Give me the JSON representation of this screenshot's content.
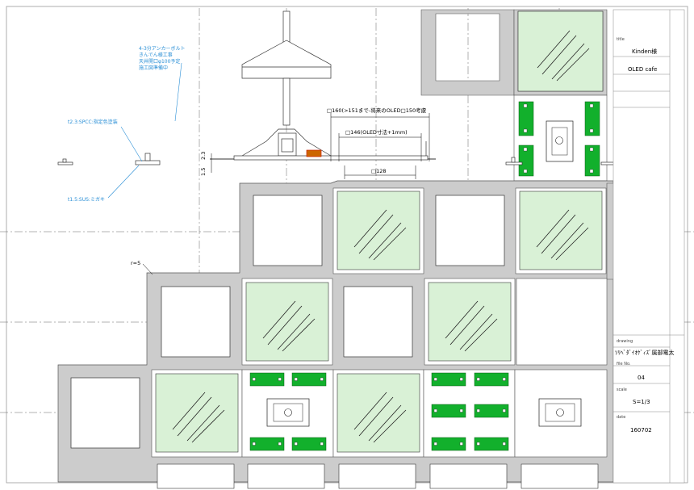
{
  "notes": {
    "anchor": [
      "4-3分アンカーボルト",
      "きんでん様工事",
      "天井開口φ100予定",
      "施工図準備中"
    ],
    "spcc": "t2.3:SPCC:指定色塗装",
    "sus": "t1.5:SUS:ミガキ",
    "corner_radius": "r=5"
  },
  "dimensions": {
    "d160": "□160(>151まで-将来のOLED□150考慮",
    "d146": "□146(OLED寸法+1mm)",
    "d128": "□128",
    "v15": "1.5",
    "v23": "2.3"
  },
  "title_block": {
    "title_label": "title",
    "title_1": "Kinden様",
    "title_2": "OLED cafe",
    "drawing_label": "drawing",
    "drawing_value": "ｿﾘﾍﾞﾀﾞｲｵｹﾞｨｽﾞ属部電太",
    "file_label": "file No.",
    "file_value": "04",
    "scale_label": "scale",
    "scale_value": "S=1/3",
    "date_label": "date",
    "date_value": "160702"
  },
  "colors": {
    "frame": "#cccccc",
    "glass": "#d9f1d6",
    "pcb": "#12b02c",
    "annotation": "#2a8fd6",
    "dim_accent": "#cc2200"
  }
}
